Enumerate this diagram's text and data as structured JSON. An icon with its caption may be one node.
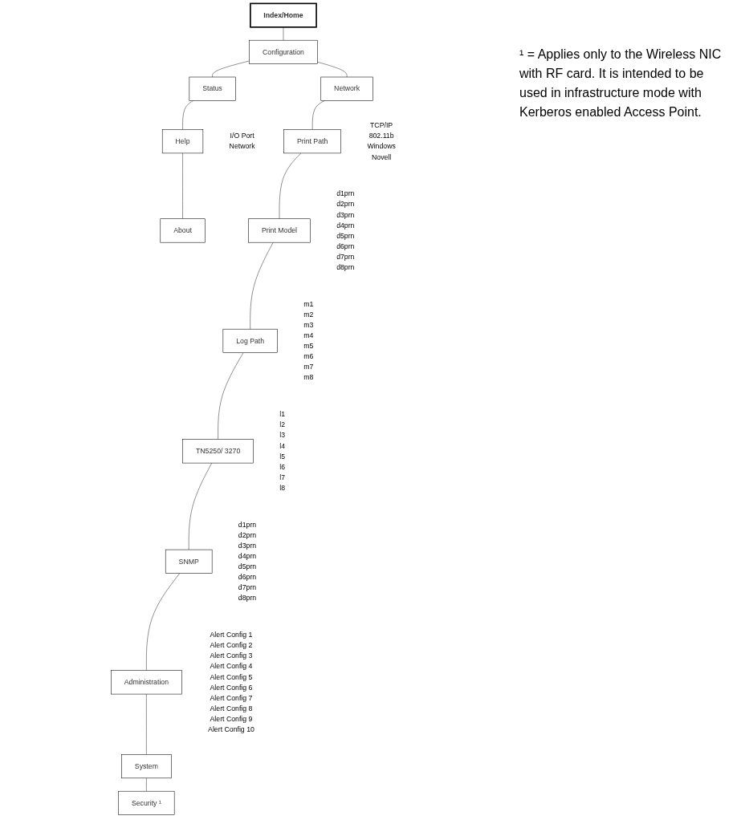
{
  "diagram": {
    "nodes": [
      {
        "text": [
          "Index/Home"
        ]
      },
      {
        "text": [
          "Configuration"
        ]
      },
      {
        "text": [
          "Status"
        ],
        "beside": [
          "I/O Port",
          "Network"
        ]
      },
      {
        "text": [
          "Help"
        ]
      },
      {
        "text": [
          "About"
        ]
      },
      {
        "text": [
          "Network"
        ],
        "beside": [
          "TCP/IP",
          "802.11b",
          "Windows",
          "Novell"
        ]
      },
      {
        "text": [
          "Print Path"
        ],
        "beside": [
          "d1prn",
          "d2prn",
          "d3prn",
          "d4prn",
          "d5prn",
          "d6prn",
          "d7prn",
          "d8prn"
        ]
      },
      {
        "text": [
          "Print Model"
        ],
        "beside": [
          "m1",
          "m2",
          "m3",
          "m4",
          "m5",
          "m6",
          "m7",
          "m8"
        ]
      },
      {
        "text": [
          "Log Path"
        ],
        "beside": [
          "l1",
          "l2",
          "l3",
          "l4",
          "l5",
          "l6",
          "l7",
          "l8"
        ]
      },
      {
        "text": [
          "TN5250/ 3270"
        ],
        "beside": [
          "d1prn",
          "d2prn",
          "d3prn",
          "d4prn",
          "d5prn",
          "d6prn",
          "d7prn",
          "d8prn"
        ]
      },
      {
        "text": [
          "SNMP"
        ],
        "beside": [
          "Alert Config 1",
          "Alert Config 2",
          "Alert Config 3",
          "Alert Config 4",
          "Alert Config 5",
          "Alert Config 6",
          "Alert Config 7",
          "Alert Config 8",
          "Alert Config 9",
          "Alert Config 10"
        ]
      },
      {
        "text": [
          "Administration"
        ]
      },
      {
        "text": [
          "System"
        ]
      },
      {
        "text": [
          "Security ¹"
        ]
      }
    ],
    "edges": [
      {
        "from": 0,
        "to": 1,
        "arrow": "none"
      },
      {
        "from": 1,
        "to": 2,
        "arrow": "none"
      },
      {
        "from": 2,
        "to": 3,
        "arrow": "none"
      },
      {
        "from": 3,
        "to": 4,
        "arrow": "none"
      },
      {
        "from": 1,
        "to": 5,
        "arrow": "none"
      },
      {
        "from": 5,
        "to": 6,
        "arrow": "none"
      },
      {
        "from": 6,
        "to": 7,
        "arrow": "none"
      },
      {
        "from": 7,
        "to": 8,
        "arrow": "none"
      },
      {
        "from": 8,
        "to": 9,
        "arrow": "none"
      },
      {
        "from": 9,
        "to": 10,
        "arrow": "none"
      },
      {
        "from": 10,
        "to": 11,
        "arrow": "none"
      },
      {
        "from": 11,
        "to": 12,
        "arrow": "none"
      },
      {
        "from": 12,
        "to": 13,
        "arrow": "none"
      }
    ],
    "labels": [
      "¹ = Applies only to the Wireless NIC with RF card. It is intended to be used in infrastructure mode with Kerberos enabled Access Point."
    ]
  }
}
